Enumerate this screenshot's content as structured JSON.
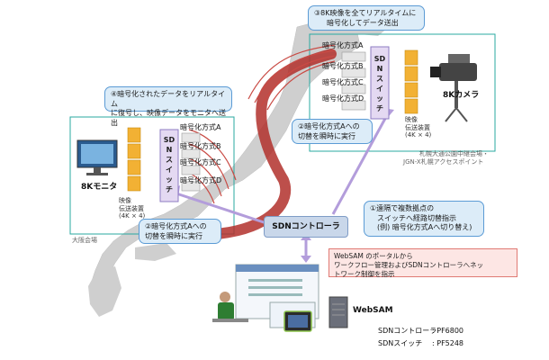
{
  "callouts": {
    "c3": [
      "③8K映像を全てリアルタイムに",
      "暗号化してデータ送出"
    ],
    "c4": [
      "④暗号化されたデータをリアルタイム",
      "に復号し、映像データをモニタへ送出"
    ],
    "c2_right": [
      "②暗号化方式Aへの",
      "切替を瞬時に実行"
    ],
    "c2_left": [
      "②暗号化方式Aへの",
      "切替を瞬時に実行"
    ],
    "c1": [
      "①遠隔で複数拠点の",
      "スイッチへ経路切替指示",
      "(例) 暗号化方式Aへ切り替え)"
    ]
  },
  "sapporo": {
    "encryption_methods": [
      "暗号化方式A",
      "暗号化方式B",
      "暗号化方式C",
      "暗号化方式D"
    ],
    "switch_label": "SDNスイッチ",
    "camera_label": "8Kカメラ",
    "device_label": [
      "映像",
      "伝送装置",
      "(4K × 4)"
    ],
    "site_label": [
      "札幌大通公園中継会場・",
      "JGN-X札幌アクセスポイント"
    ]
  },
  "osaka": {
    "encryption_methods": [
      "暗号化方式A",
      "暗号化方式B",
      "暗号化方式C",
      "暗号化方式D"
    ],
    "switch_label": "SDNスイッチ",
    "monitor_label": "8Kモニタ",
    "device_label": [
      "映像",
      "伝送装置",
      "(4K × 4)"
    ],
    "site_label": "大阪会場"
  },
  "controller_label": "SDNコントローラ",
  "websam_note": [
    "WebSAM のポータルから",
    "ワークフロー管理およびSDNコントローラへネッ",
    "トワーク制御を指示"
  ],
  "websam_label": "WebSAM",
  "legend": [
    {
      "name": "SDNコントローラ",
      "value": ": PF6800"
    },
    {
      "name": "SDNスイッチ",
      "value": ": PF5248"
    }
  ],
  "colors": {
    "callout_fill": "#dcecf8",
    "callout_border": "#5b9bd5",
    "red_path": "#b2302c",
    "arrow_purple": "#b39ddb",
    "land": "#cfcfcf",
    "device_gold": "#f2b134"
  }
}
